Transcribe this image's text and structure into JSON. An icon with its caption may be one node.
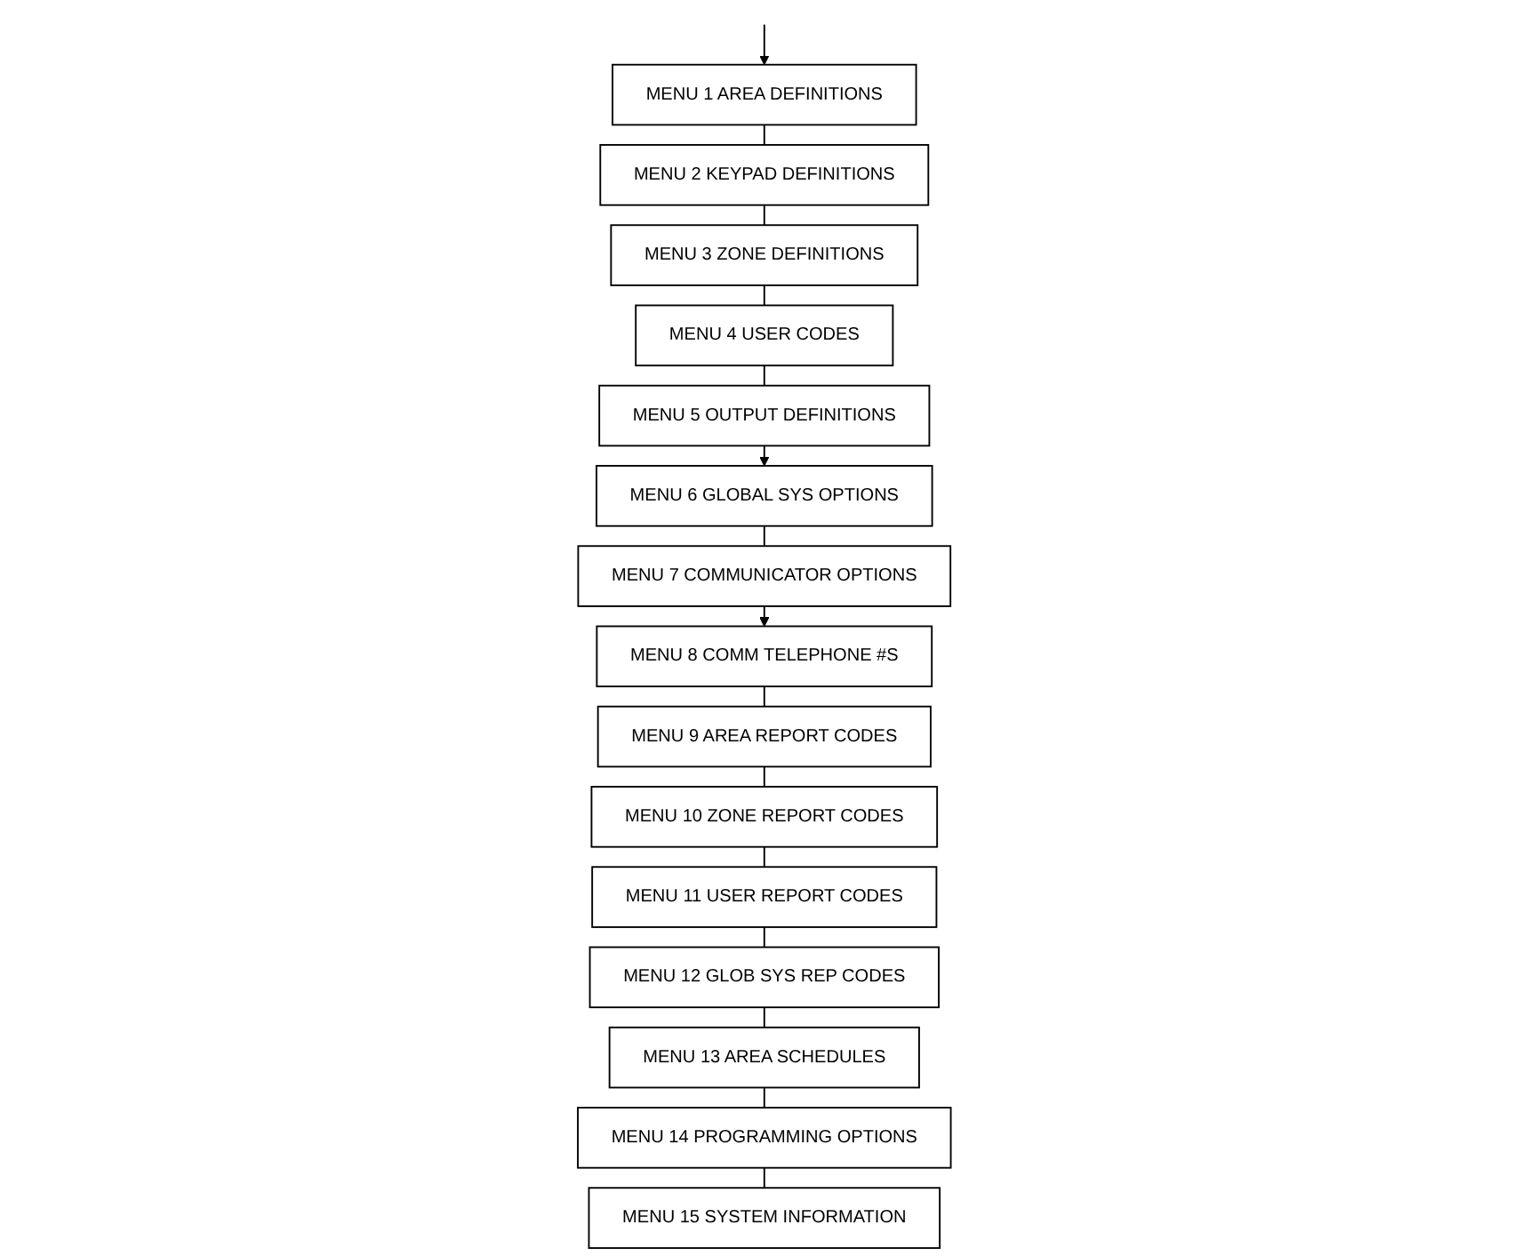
{
  "diagram": {
    "nodes": [
      {
        "text": [
          "MENU 1 AREA DEFINITIONS"
        ]
      },
      {
        "text": [
          "MENU 2 KEYPAD DEFINITIONS"
        ]
      },
      {
        "text": [
          "MENU 3 ZONE DEFINITIONS"
        ]
      },
      {
        "text": [
          "MENU 4 USER CODES"
        ]
      },
      {
        "text": [
          "MENU 5 OUTPUT DEFINITIONS"
        ]
      },
      {
        "text": [
          "MENU 6 GLOBAL SYS OPTIONS"
        ]
      },
      {
        "text": [
          "MENU 7 COMMUNICATOR OPTIONS"
        ]
      },
      {
        "text": [
          "MENU 8 COMM TELEPHONE #S"
        ]
      },
      {
        "text": [
          "MENU 9 AREA REPORT CODES"
        ]
      },
      {
        "text": [
          "MENU 10 ZONE REPORT CODES"
        ]
      },
      {
        "text": [
          "MENU 11 USER REPORT CODES"
        ]
      },
      {
        "text": [
          "MENU 12 GLOB SYS REP CODES"
        ]
      },
      {
        "text": [
          "MENU 13 AREA SCHEDULES"
        ]
      },
      {
        "text": [
          "MENU 14 PROGRAMMING OPTIONS"
        ]
      },
      {
        "text": [
          "MENU 15 SYSTEM INFORMATION"
        ]
      }
    ],
    "edges": [
      {
        "from": null,
        "to": 0,
        "arrow": "to"
      },
      {
        "from": 0,
        "to": 1,
        "arrow": "none"
      },
      {
        "from": 1,
        "to": 2,
        "arrow": "none"
      },
      {
        "from": 2,
        "to": 3,
        "arrow": "none"
      },
      {
        "from": 3,
        "to": 4,
        "arrow": "none"
      },
      {
        "from": 4,
        "to": 5,
        "arrow": "to"
      },
      {
        "from": 5,
        "to": 6,
        "arrow": "none"
      },
      {
        "from": 6,
        "to": 7,
        "arrow": "to"
      },
      {
        "from": 7,
        "to": 8,
        "arrow": "none"
      },
      {
        "from": 8,
        "to": 9,
        "arrow": "none"
      },
      {
        "from": 9,
        "to": 10,
        "arrow": "none"
      },
      {
        "from": 10,
        "to": 11,
        "arrow": "none"
      },
      {
        "from": 11,
        "to": 12,
        "arrow": "none"
      },
      {
        "from": 12,
        "to": 13,
        "arrow": "none"
      },
      {
        "from": 13,
        "to": 14,
        "arrow": "none"
      }
    ]
  }
}
